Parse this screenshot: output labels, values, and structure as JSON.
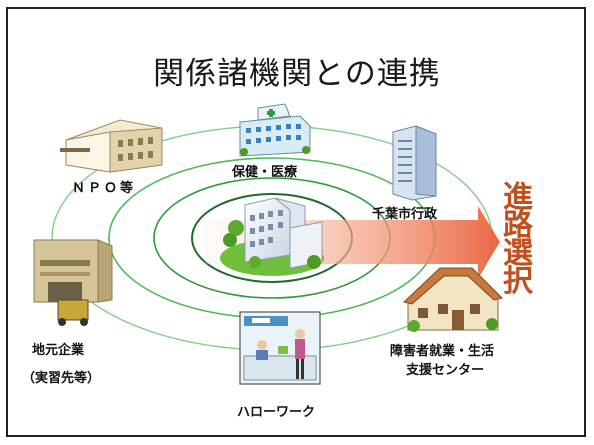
{
  "slide": {
    "title": "関係諸機関との連携",
    "nodes": {
      "npo": "ＮＰＯ等",
      "health": "保健・医療",
      "city": "千葉市行政",
      "company_line1": "地元企業",
      "company_line2": "（実習先等）",
      "hellowork": "ハローワーク",
      "support_line1": "障害者就業・生活",
      "support_line2": "支援センター"
    },
    "arrow_text": [
      "進",
      "路",
      "選",
      "択"
    ]
  },
  "colors": {
    "ring": "#3aa845",
    "arrow": "#e8603a",
    "arrow_text": "#c0501e"
  }
}
